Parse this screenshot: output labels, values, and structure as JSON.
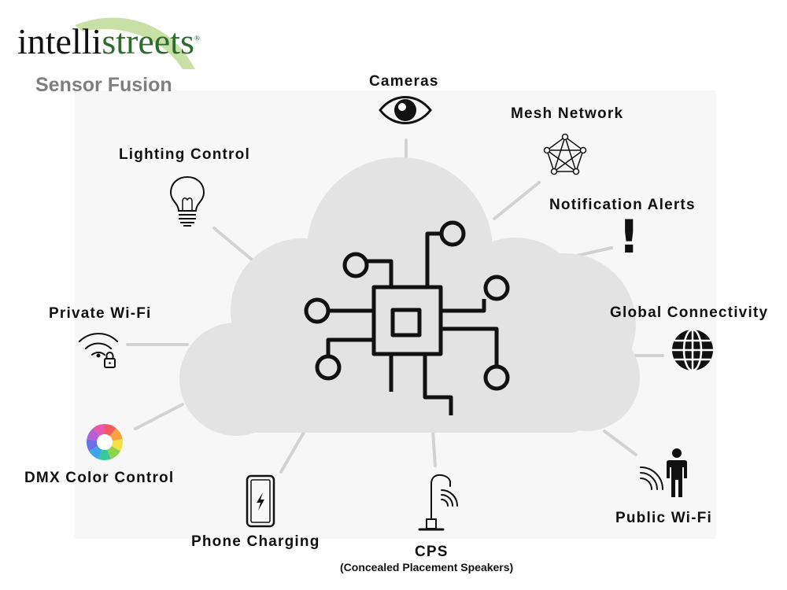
{
  "logo": {
    "part1": "intelli",
    "part2": "streets",
    "reg": "®"
  },
  "tagline": "Sensor Fusion",
  "labels": {
    "cameras": "Cameras",
    "mesh_network": "Mesh Network",
    "lighting_control": "Lighting Control",
    "notification_alerts": "Notification Alerts",
    "global_connectivity": "Global Connectivity",
    "private_wifi": "Private Wi-Fi",
    "dmx_color_control": "DMX Color Control",
    "phone_charging": "Phone Charging",
    "cps": "CPS",
    "cps_sub": "(Concealed Placement Speakers)",
    "public_wifi": "Public Wi-Fi"
  },
  "icons": {
    "notification": "!"
  },
  "colors": {
    "brand_green": "#2e6b2e",
    "brand_light_green": "#b9d88f",
    "cloud": "#e3e3e3",
    "connector": "#d2d2d2",
    "tagline_gray": "#7f7f7f"
  }
}
